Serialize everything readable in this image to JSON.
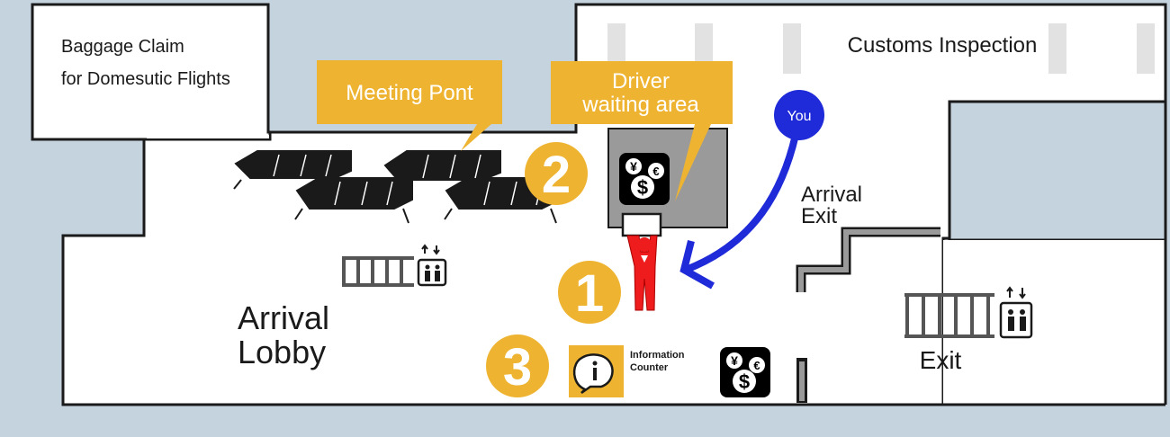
{
  "areas": {
    "baggage_claim_line1": "Baggage Claim",
    "baggage_claim_line2": "for Domesutic Flights",
    "customs": "Customs Inspection",
    "arrival_lobby_line1": "Arrival",
    "arrival_lobby_line2": "Lobby",
    "arrival_exit_line1": "Arrival",
    "arrival_exit_line2": "Exit",
    "exit": "Exit"
  },
  "callouts": {
    "meeting_point": "Meeting Pont",
    "driver_line1": "Driver",
    "driver_line2": "waiting area"
  },
  "you_marker": "You",
  "markers": {
    "one": "1",
    "two": "2",
    "three": "3"
  },
  "info_counter": {
    "line1": "Information",
    "line2": "Counter"
  },
  "currency_symbols": {
    "yen": "¥",
    "dollar": "$",
    "euro": "€"
  },
  "icons": {
    "escalator": "escalator-icon",
    "elevator": "elevator-icon",
    "currency": "currency-exchange-icon",
    "info": "information-icon",
    "person": "driver-person-icon"
  },
  "colors": {
    "wall_blue": "#c5d3df",
    "marker_yellow": "#eeb431",
    "you_blue": "#1f2ad8",
    "driver_red": "#ee1c1c",
    "outline": "#1a1a1a",
    "waiting_gray": "#9a9a9a",
    "escalator_gray": "#555555"
  }
}
